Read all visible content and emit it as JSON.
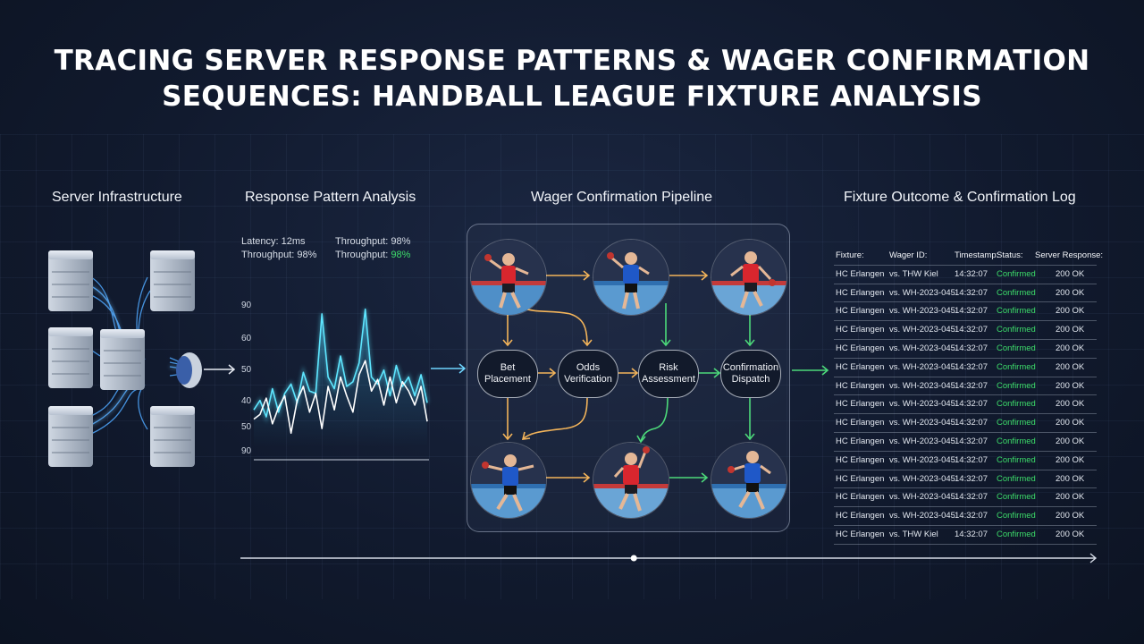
{
  "title_line1": "TRACING SERVER RESPONSE PATTERNS & WAGER CONFIRMATION",
  "title_line2": "SEQUENCES: HANDBALL LEAGUE FIXTURE ANALYSIS",
  "sections": {
    "server": "Server Infrastructure",
    "response": "Response Pattern Analysis",
    "pipeline": "Wager Confirmation Pipeline",
    "fixture": "Fixture Outcome & Confirmation Log"
  },
  "metrics": {
    "latency": "Latency: 12ms",
    "throughput_1a": "Throughput: 98%",
    "throughput_2a": "Throughput: 98%",
    "throughput_1b": "Throughput:",
    "throughput_1b_value": "98%"
  },
  "chart_data": {
    "type": "line",
    "y_tick_labels": [
      "90",
      "60",
      "50",
      "40",
      "50",
      "90"
    ],
    "series": [
      {
        "color": "#5ee6ff",
        "values": [
          41,
          45,
          38,
          50,
          40,
          48,
          52,
          44,
          57,
          49,
          48,
          82,
          55,
          50,
          64,
          51,
          53,
          61,
          84,
          55,
          52,
          58,
          47,
          60,
          51,
          55,
          47,
          56,
          44
        ]
      },
      {
        "color": "#ffffff",
        "values": [
          37,
          39,
          46,
          35,
          42,
          47,
          31,
          45,
          51,
          40,
          48,
          33,
          51,
          41,
          55,
          47,
          40,
          56,
          62,
          49,
          54,
          43,
          55,
          44,
          53,
          49,
          43,
          51,
          36
        ]
      }
    ]
  },
  "pipeline": {
    "stages": [
      {
        "line1": "Bet",
        "line2": "Placement"
      },
      {
        "line1": "Odds",
        "line2": "Verification"
      },
      {
        "line1": "Risk",
        "line2": "Assessment"
      },
      {
        "line1": "Confirmation",
        "line2": "Dispatch"
      }
    ],
    "colors": {
      "amber": "#f3b45a",
      "green": "#4cd97a",
      "cyan": "#5ee6ff"
    }
  },
  "log": {
    "headers": [
      "Fixture:",
      "Wager ID:",
      "Timestamp:",
      "Status:",
      "Server Response:"
    ],
    "rows": [
      [
        "HC Erlangen",
        "vs. THW Kiel",
        "14:32:07",
        "Confirmed",
        "200 OK"
      ],
      [
        "HC Erlangen",
        "vs. WH-2023-045",
        "14:32:07",
        "Confirmed",
        "200 OK"
      ],
      [
        "HC Erlangen",
        "vs. WH-2023-045",
        "14:32:07",
        "Confirmed",
        "200 OK"
      ],
      [
        "HC Erlangen",
        "vs. WH-2023-045",
        "14:32:07",
        "Confirmed",
        "200 OK"
      ],
      [
        "HC Erlangen",
        "vs. WH-2023-045",
        "14:32:07",
        "Confirmed",
        "200 OK"
      ],
      [
        "HC Erlangen",
        "vs. WH-2023-045",
        "14:32:07",
        "Confirmed",
        "200 OK"
      ],
      [
        "HC Erlangen",
        "vs. WH-2023-045",
        "14:32:07",
        "Confirmed",
        "200 OK"
      ],
      [
        "HC Erlangen",
        "vs. WH-2023-045",
        "14:32:07",
        "Confirmed",
        "200 OK"
      ],
      [
        "HC Erlangen",
        "vs. WH-2023-045",
        "14:32:07",
        "Confirmed",
        "200 OK"
      ],
      [
        "HC Erlangen",
        "vs. WH-2023-045",
        "14:32:07",
        "Confirmed",
        "200 OK"
      ],
      [
        "HC Erlangen",
        "vs. WH-2023-045",
        "14:32:07",
        "Confirmed",
        "200 OK"
      ],
      [
        "HC Erlangen",
        "vs. WH-2023-045",
        "14:32:07",
        "Confirmed",
        "200 OK"
      ],
      [
        "HC Erlangen",
        "vs. WH-2023-045",
        "14:32:07",
        "Confirmed",
        "200 OK"
      ],
      [
        "HC Erlangen",
        "vs. WH-2023-045",
        "14:32:07",
        "Confirmed",
        "200 OK"
      ],
      [
        "HC Erlangen",
        "vs. THW Kiel",
        "14:32:07",
        "Confirmed",
        "200 OK"
      ]
    ]
  },
  "timeline": {
    "progress": 0.46
  }
}
